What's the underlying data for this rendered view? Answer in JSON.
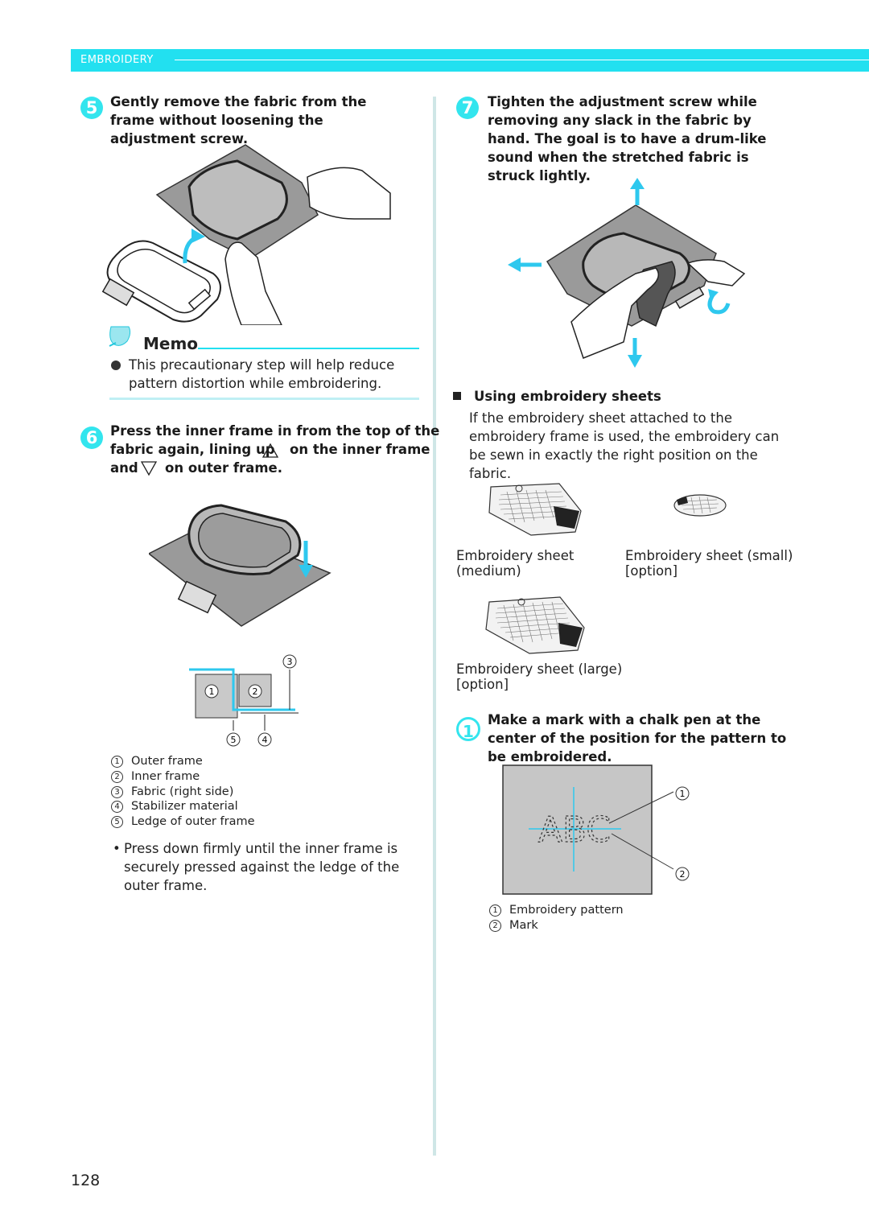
{
  "header": {
    "section": "EMBROIDERY"
  },
  "step5": {
    "number": "5",
    "text": "Gently remove the fabric from the frame without loosening the adjustment screw."
  },
  "memo": {
    "title": "Memo",
    "text": "This precautionary step will help reduce pattern distortion while embroidering."
  },
  "step6": {
    "number": "6",
    "text_a": "Press the inner frame in from the top of the",
    "text_b": "fabric again, lining up",
    "text_c": "on the inner frame",
    "text_d": "and",
    "text_e": "on outer frame."
  },
  "frame_diagram": {
    "callouts": [
      "3",
      "1",
      "2",
      "5",
      "4"
    ]
  },
  "frame_legend": [
    {
      "num": "1",
      "label": "Outer frame"
    },
    {
      "num": "2",
      "label": "Inner frame"
    },
    {
      "num": "3",
      "label": "Fabric (right side)"
    },
    {
      "num": "4",
      "label": "Stabilizer material"
    },
    {
      "num": "5",
      "label": "Ledge of outer frame"
    }
  ],
  "press_note": {
    "bullet": "•",
    "text": "Press down firmly until the inner frame is securely pressed against the ledge of the outer frame."
  },
  "step7": {
    "number": "7",
    "text": "Tighten the adjustment screw while removing any slack in the fabric by hand. The goal is to have a drum-like sound when the stretched fabric is struck lightly."
  },
  "sheets_section": {
    "heading": "Using embroidery sheets",
    "text": "If the embroidery sheet attached to the embroidery frame is used, the embroidery can be sewn in exactly the right position on the fabric."
  },
  "sheets": [
    {
      "label_line1": "Embroidery sheet",
      "label_line2": "(medium)"
    },
    {
      "label_line1": "Embroidery sheet (small)",
      "label_line2": "[option]"
    },
    {
      "label_line1": "Embroidery sheet (large)",
      "label_line2": "[option]"
    }
  ],
  "step1": {
    "number": "1",
    "text": "Make a mark with a chalk pen at the center of the position for the pattern to be embroidered."
  },
  "abc_figure": {
    "text": "ABC",
    "callouts": [
      "1",
      "2"
    ]
  },
  "abc_legend": [
    {
      "num": "1",
      "label": "Embroidery pattern"
    },
    {
      "num": "2",
      "label": "Mark"
    }
  ],
  "page_number": "128",
  "colors": {
    "accent": "#22e0f0",
    "fabric": "#9a9a9a",
    "arrow": "#2ec8ee"
  }
}
